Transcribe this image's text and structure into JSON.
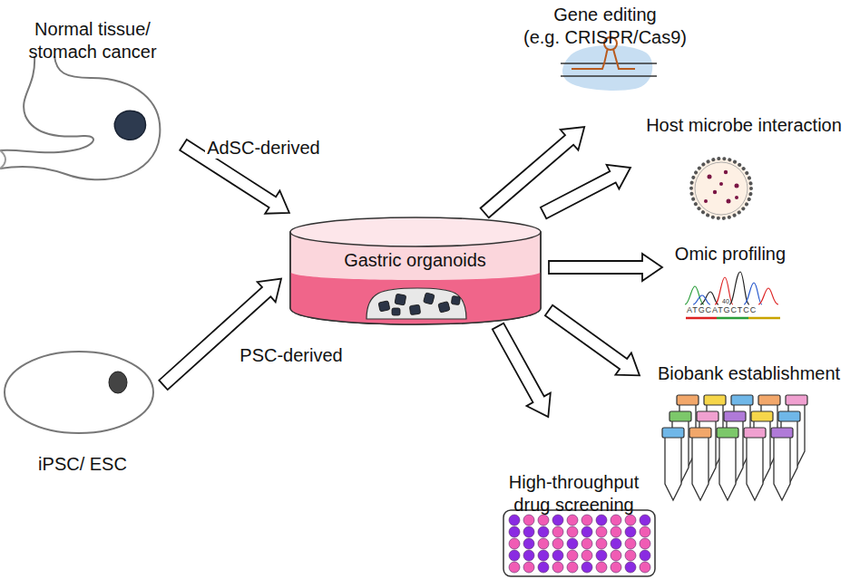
{
  "diagram": {
    "nodes": [
      {
        "text": [
          "Normal tissue/ stomach cancer"
        ]
      },
      {
        "text": [
          "iPSC/ ESC"
        ]
      },
      {
        "text": [
          "Gastric organoids"
        ]
      },
      {
        "text": [
          "Gene editing (e.g. CRISPR/Cas9)"
        ]
      },
      {
        "text": [
          "Host microbe interaction"
        ]
      },
      {
        "text": [
          "Omic profiling"
        ]
      },
      {
        "text": [
          "Biobank establishment"
        ]
      },
      {
        "text": [
          "High-throughput drug screening"
        ]
      }
    ],
    "edges": [
      {
        "from": 0,
        "to": 2,
        "label": "AdSC-derived",
        "arrow": "to"
      },
      {
        "from": 1,
        "to": 2,
        "label": "PSC-derived",
        "arrow": "to"
      },
      {
        "from": 2,
        "to": 3,
        "arrow": "to"
      },
      {
        "from": 2,
        "to": 4,
        "arrow": "to"
      },
      {
        "from": 2,
        "to": 5,
        "arrow": "to"
      },
      {
        "from": 2,
        "to": 6,
        "arrow": "to"
      },
      {
        "from": 2,
        "to": 7,
        "arrow": "to"
      }
    ],
    "labels": [
      "40",
      "ATGCATGCTCC"
    ]
  }
}
